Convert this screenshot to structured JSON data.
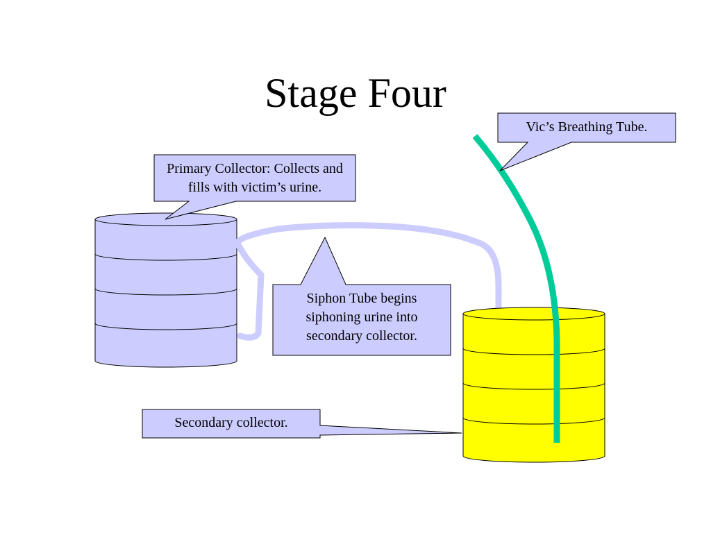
{
  "slide": {
    "title": "Stage Four"
  },
  "callouts": {
    "primary_collector": "Primary Collector: Collects and fills with victim’s urine.",
    "breathing_tube": "Vic’s Breathing Tube.",
    "siphon_tube": "Siphon Tube begins siphoning urine into secondary collector.",
    "secondary_collector": "Secondary collector."
  },
  "colors": {
    "primary_collector_fill": "#ccccff",
    "secondary_collector_fill": "#ffff00",
    "siphon_tube": "#ccccff",
    "breathing_tube": "#00cc99",
    "callout_fill": "#ccccff",
    "outline": "#000000"
  }
}
